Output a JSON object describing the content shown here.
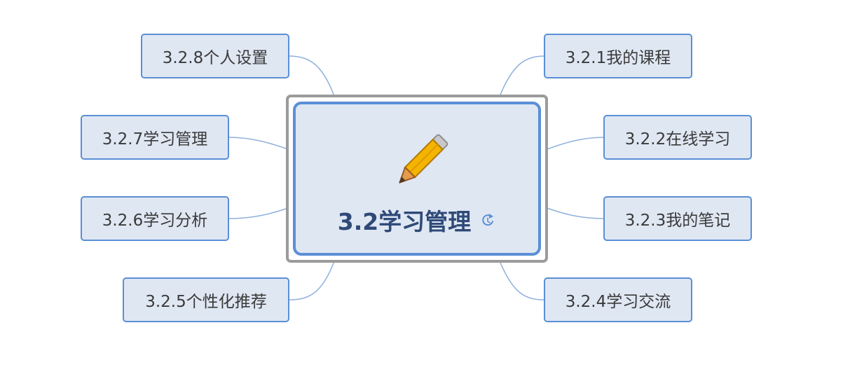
{
  "central": {
    "title": "3.2学习管理",
    "image_icon": "pencil-icon",
    "marker_icon": "refresh-icon"
  },
  "topics": {
    "t1": "3.2.1我的课程",
    "t2": "3.2.2在线学习",
    "t3": "3.2.3我的笔记",
    "t4": "3.2.4学习交流",
    "t5": "3.2.5个性化推荐",
    "t6": "3.2.6学习分析",
    "t7": "3.2.7学习管理",
    "t8": "3.2.8个人设置"
  },
  "colors": {
    "topic_border": "#5b8fd6",
    "topic_fill": "#dfe7f3",
    "central_frame": "#9b9b9b",
    "central_border": "#5b8fd6",
    "title_text": "#2f4a78",
    "connector": "#8fb0dc",
    "pencil_body": "#f4b400",
    "pencil_tip": "#e59a4c"
  }
}
